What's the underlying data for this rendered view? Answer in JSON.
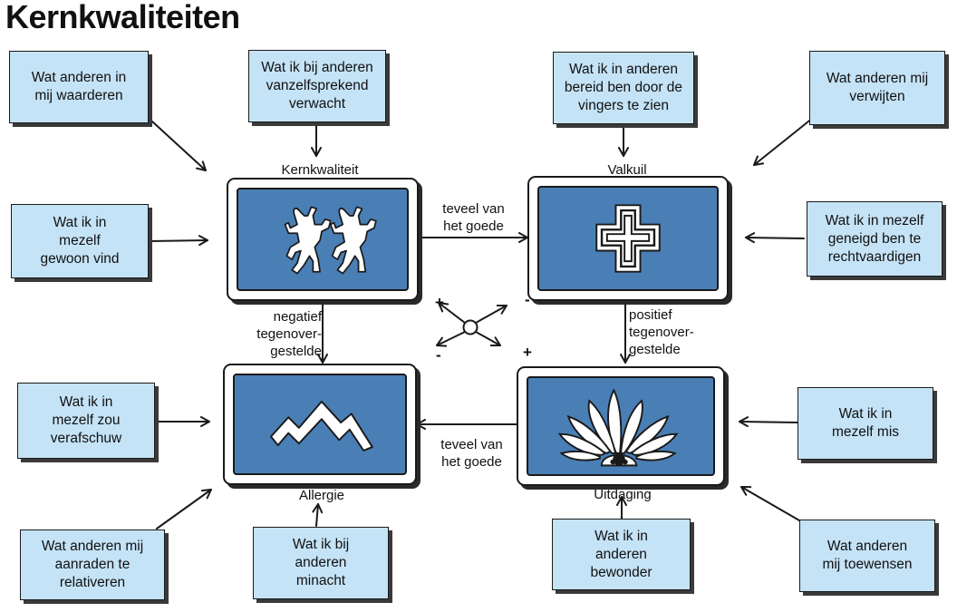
{
  "title": "Kernkwaliteiten",
  "notes": {
    "top_far_left": "Wat anderen in\nmij waarderen",
    "top_left": "Wat ik bij anderen\nvanzelfsprekend\nverwacht",
    "top_right": "Wat ik in anderen\nbereid ben door de\nvingers te zien",
    "top_far_right": "Wat anderen mij\nverwijten",
    "mid_left": "Wat ik in\nmezelf\ngewoon vind",
    "mid_right": "Wat ik in mezelf\ngeneigd ben te\nrechtvaardigen",
    "low_left": "Wat ik in\nmezelf zou\nverafschuw",
    "low_right": "Wat ik in\nmezelf mis",
    "bottom_far_left": "Wat anderen mij\naanraden te\nrelativeren",
    "bottom_left": "Wat ik bij\nanderen\nminacht",
    "bottom_right": "Wat ik in\nanderen\nbewonder",
    "bottom_far_right": "Wat anderen\nmij toewensen"
  },
  "quadrants": {
    "kernkwaliteit": "Kernkwaliteit",
    "valkuil": "Valkuil",
    "allergie": "Allergie",
    "uitdaging": "Uitdaging"
  },
  "edge_labels": {
    "top": "teveel van\nhet goede",
    "bottom": "teveel van\nhet goede",
    "left": "negatief\ntegenover-\ngestelde",
    "right": "positief\ntegenover-\ngestelde"
  },
  "signs": {
    "plus_left": "+",
    "minus_right": "-",
    "minus_left": "-",
    "plus_right": "+"
  },
  "icons": {
    "kernkwaliteit": "twin-figures-icon",
    "valkuil": "cross-icon",
    "allergie": "zigzag-mountain-icon",
    "uitdaging": "fountain-icon"
  },
  "colors": {
    "note_fill": "#c5e3f6",
    "panel_fill": "#4a7fb6",
    "outline": "#1a1a1a"
  }
}
